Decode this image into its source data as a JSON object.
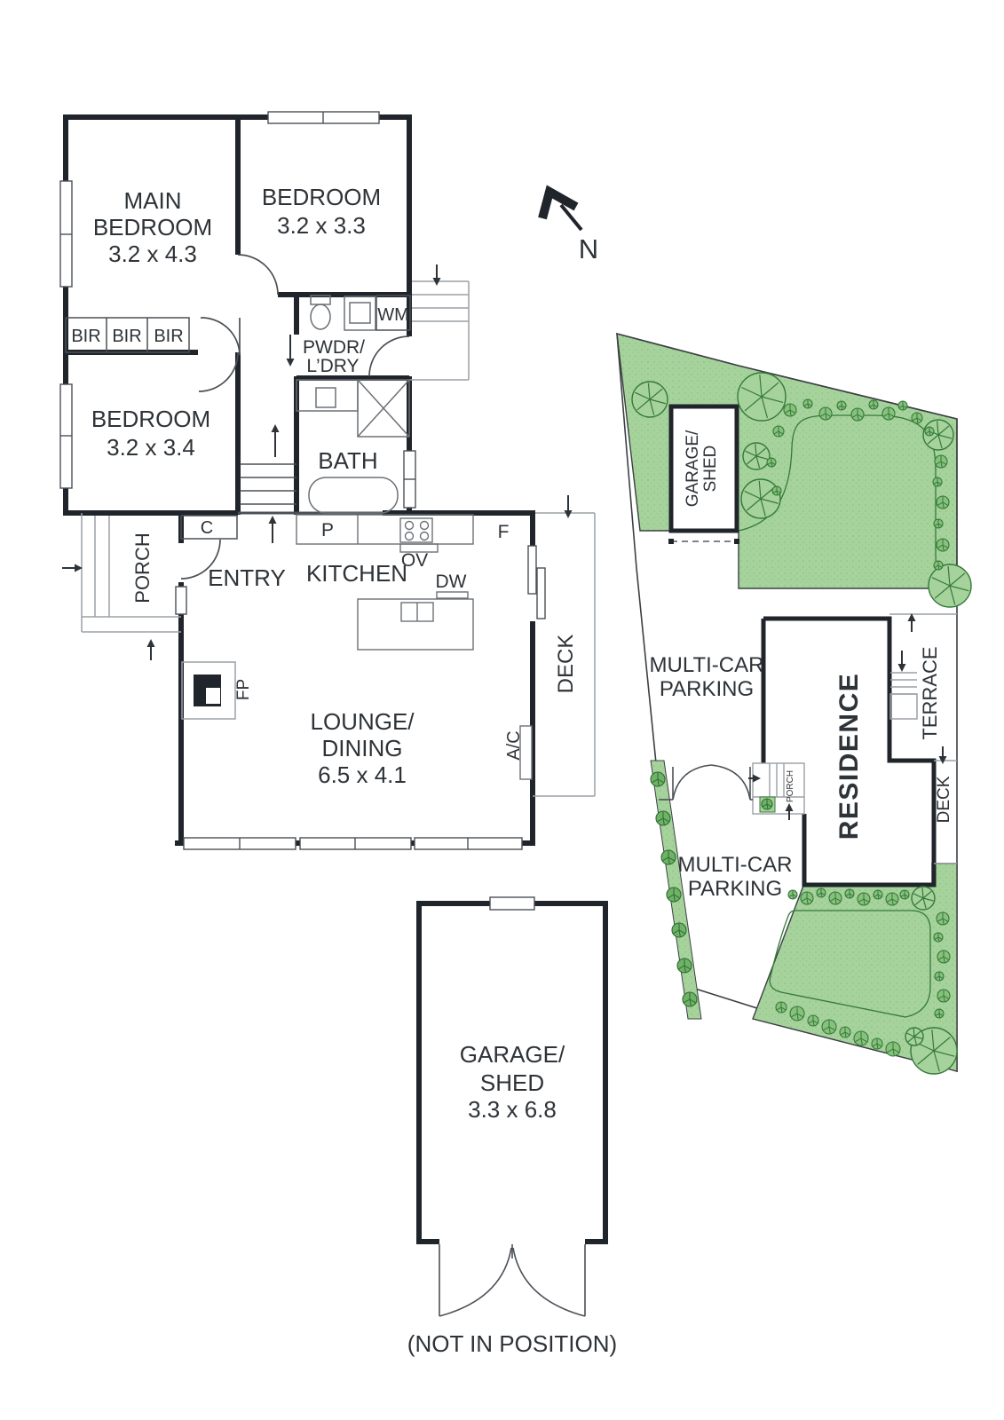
{
  "north": {
    "label": "N"
  },
  "fp": {
    "main1": "MAIN",
    "main2": "BEDROOM",
    "main_dims": "3.2 x 4.3",
    "bed2": "BEDROOM",
    "bed2_dims": "3.2 x 3.3",
    "bed3": "BEDROOM",
    "bed3_dims": "3.2 x 3.4",
    "bir": [
      "BIR",
      "BIR",
      "BIR"
    ],
    "pwdr1": "PWDR/",
    "pwdr2": "L’DRY",
    "wm": "WM",
    "bath": "BATH",
    "c": "C",
    "p": "P",
    "ov": "OV",
    "f": "F",
    "dw": "DW",
    "kitchen": "KITCHEN",
    "entry": "ENTRY",
    "porch": "PORCH",
    "fireplace": "FP",
    "lounge1": "LOUNGE/",
    "lounge2": "DINING",
    "lounge_dims": "6.5 x 4.1",
    "deck": "DECK",
    "ac": "A/C"
  },
  "garage": {
    "line1": "GARAGE/",
    "line2": "SHED",
    "dims": "3.3 x 6.8",
    "note": "(NOT IN POSITION)"
  },
  "site": {
    "garage1": "GARAGE/",
    "garage2": "SHED",
    "parking_top": {
      "l1": "MULTI-CAR",
      "l2": "PARKING"
    },
    "parking_bottom": {
      "l1": "MULTI-CAR",
      "l2": "PARKING"
    },
    "residence": "RESIDENCE",
    "terrace": "TERRACE",
    "deck": "DECK",
    "porch": "PORCH"
  },
  "colors": {
    "wall": "#20242b",
    "line": "#4b5056",
    "light_line": "#9aa0a6",
    "green": "#a6d29c",
    "tree": "#35793a",
    "text": "#2e3338"
  }
}
